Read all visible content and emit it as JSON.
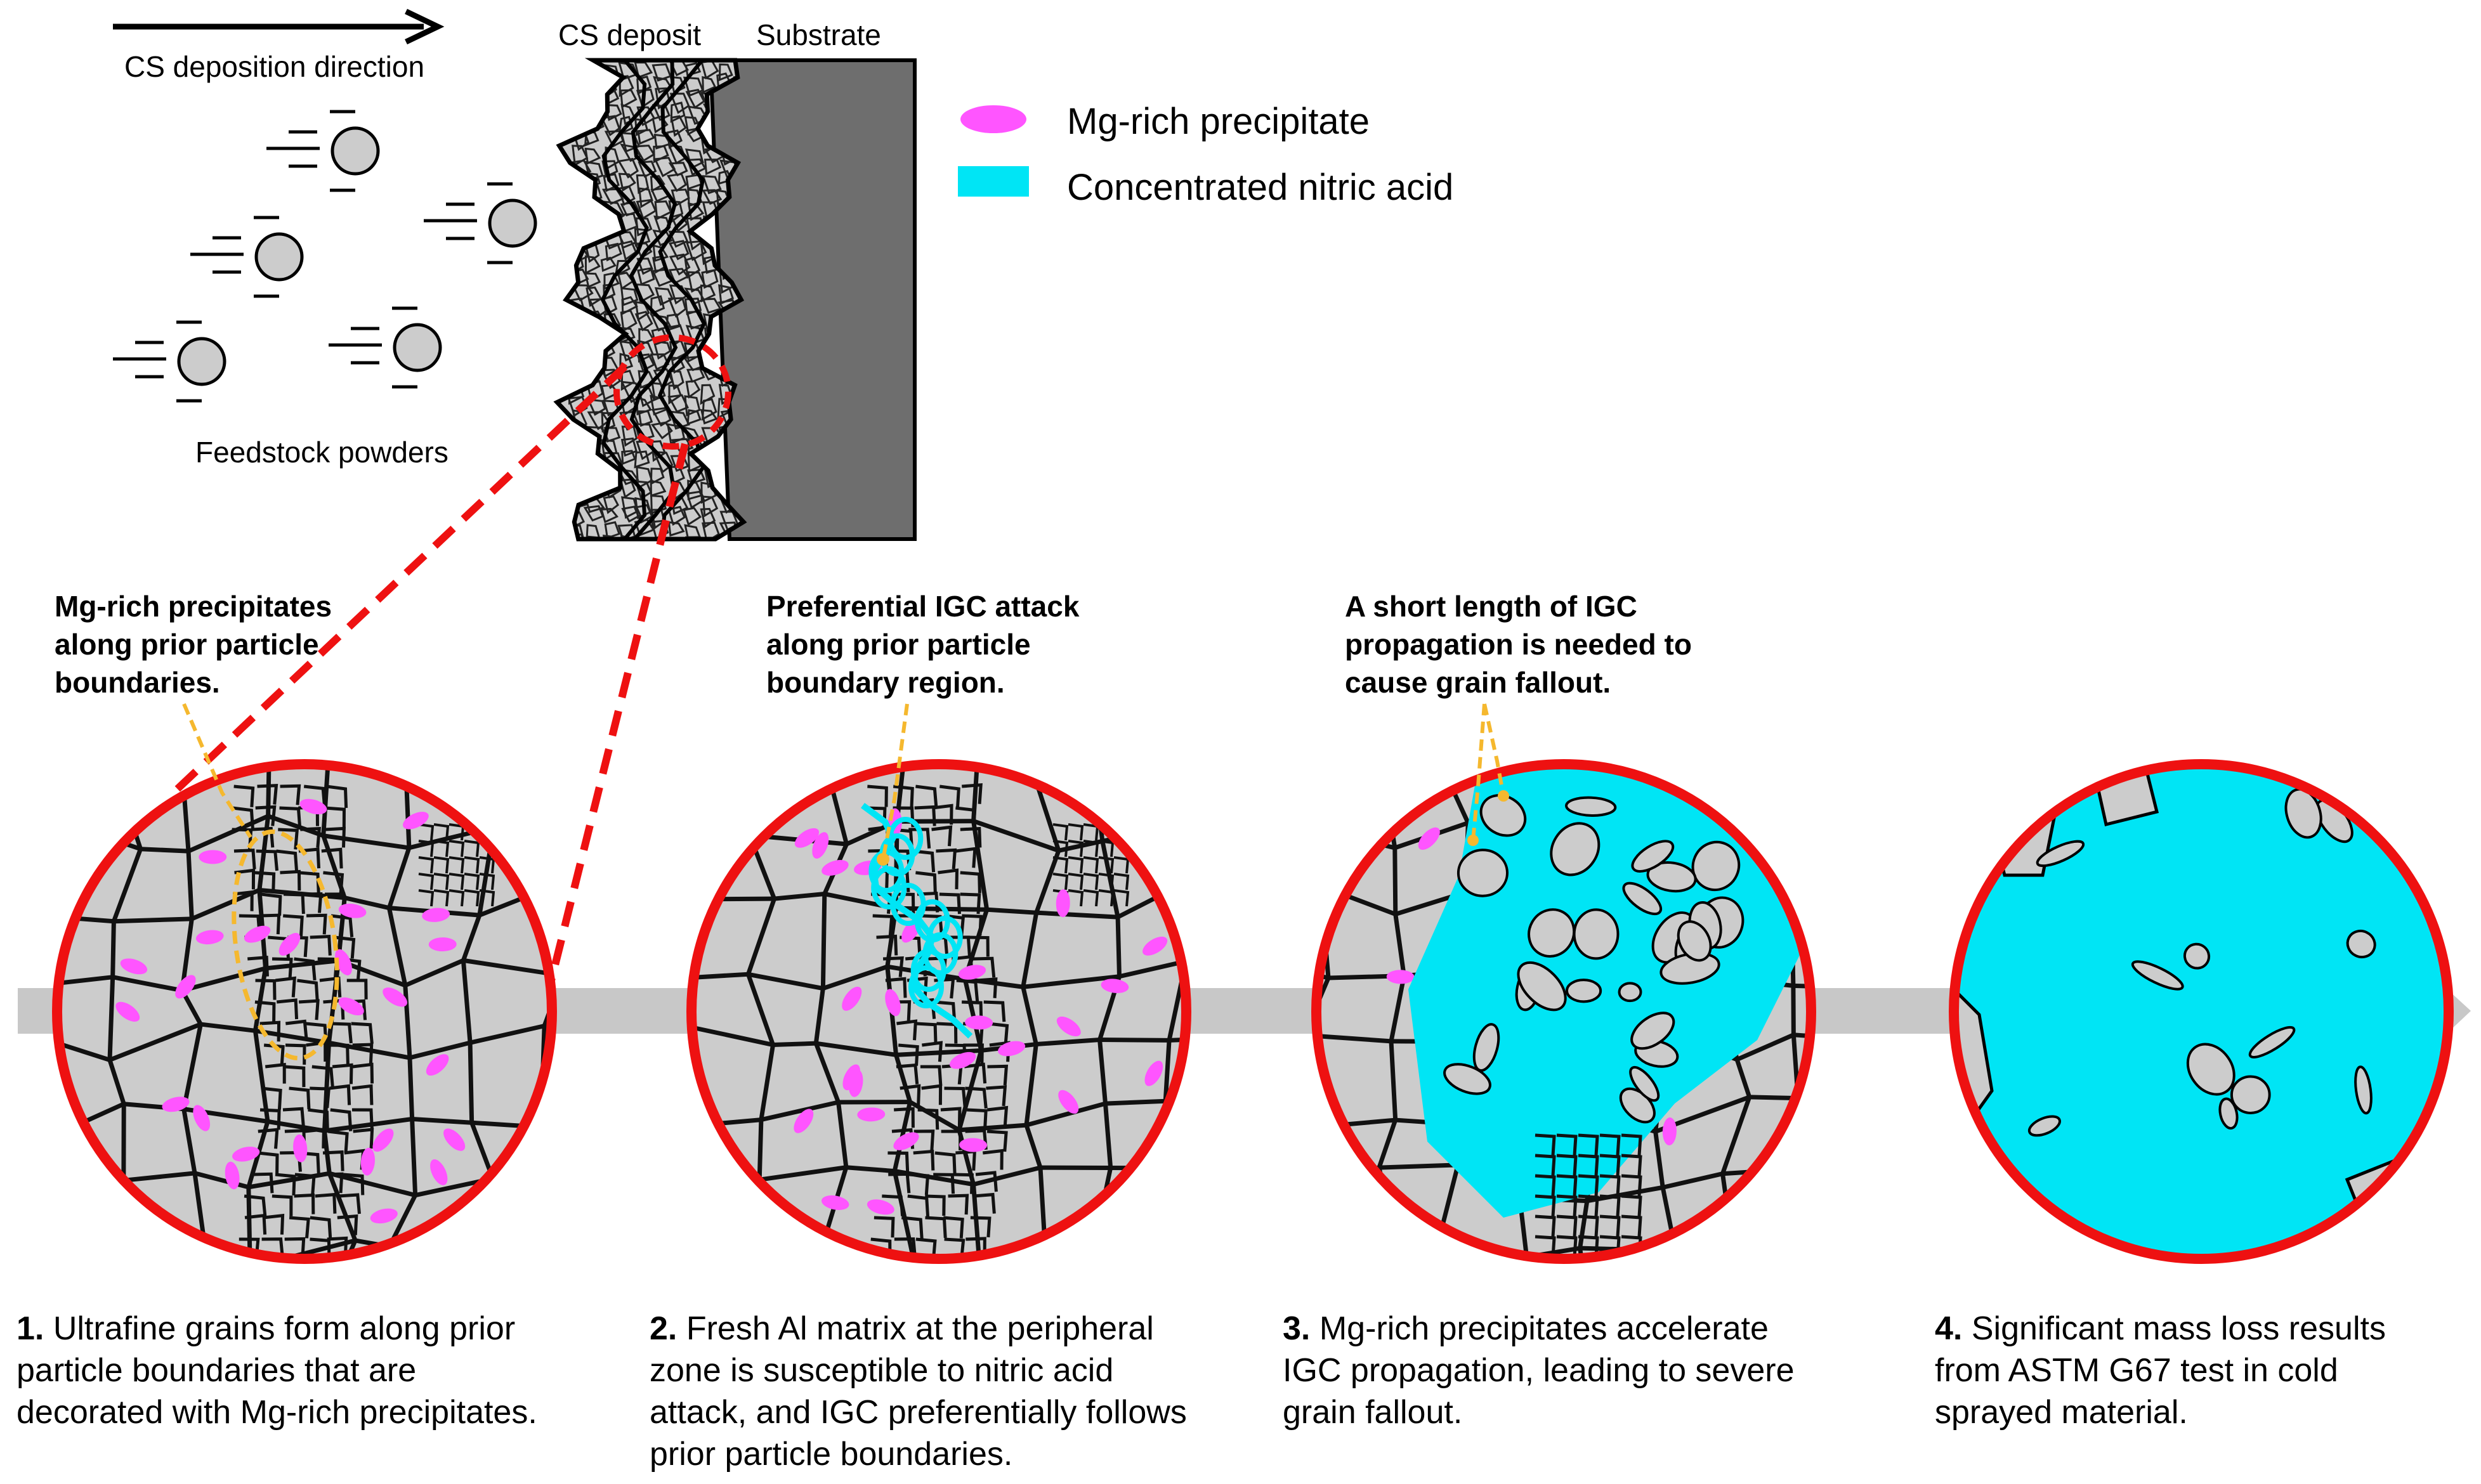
{
  "top": {
    "direction_label": "CS deposition direction",
    "feedstock_label": "Feedstock powders",
    "deposit_label": "CS deposit",
    "substrate_label": "Substrate"
  },
  "legend": [
    {
      "label": "Mg-rich precipitate",
      "color": "#ff55ff",
      "shape": "ellipse"
    },
    {
      "label": "Concentrated nitric acid",
      "color": "#00e5f5",
      "shape": "rectangle"
    }
  ],
  "callouts": [
    {
      "lines": [
        "Mg-rich precipitates",
        "along prior particle",
        "boundaries."
      ]
    },
    {
      "lines": [
        "Preferential IGC attack",
        "along prior particle",
        "boundary region."
      ]
    },
    {
      "lines": [
        "A short length of IGC",
        "propagation is needed to",
        "cause grain fallout."
      ]
    }
  ],
  "steps": [
    {
      "number": "1.",
      "lines": [
        "Ultrafine grains form along prior",
        "particle boundaries that are",
        "decorated with Mg-rich precipitates."
      ]
    },
    {
      "number": "2.",
      "lines": [
        "Fresh Al matrix at the peripheral",
        "zone is susceptible to nitric acid",
        "attack, and IGC preferentially follows",
        "prior particle boundaries."
      ]
    },
    {
      "number": "3.",
      "lines": [
        "Mg-rich precipitates accelerate",
        "IGC propagation, leading to severe",
        "grain fallout."
      ]
    },
    {
      "number": "4.",
      "lines": [
        "Significant mass loss results",
        "from ASTM G67 test in cold",
        "sprayed material."
      ]
    }
  ],
  "colors": {
    "circle_border": "#ee1111",
    "grain_fill": "#cccccc",
    "boundary": "#111111",
    "precipitate": "#ff55ff",
    "acid": "#00e5f5",
    "callout_line": "#f5b82e",
    "substrate": "#6e6e6e",
    "process_arrow": "#c8c8c8"
  },
  "icons": {
    "direction_arrow": "arrow-right-icon",
    "powder_particle": "particle-icon"
  }
}
